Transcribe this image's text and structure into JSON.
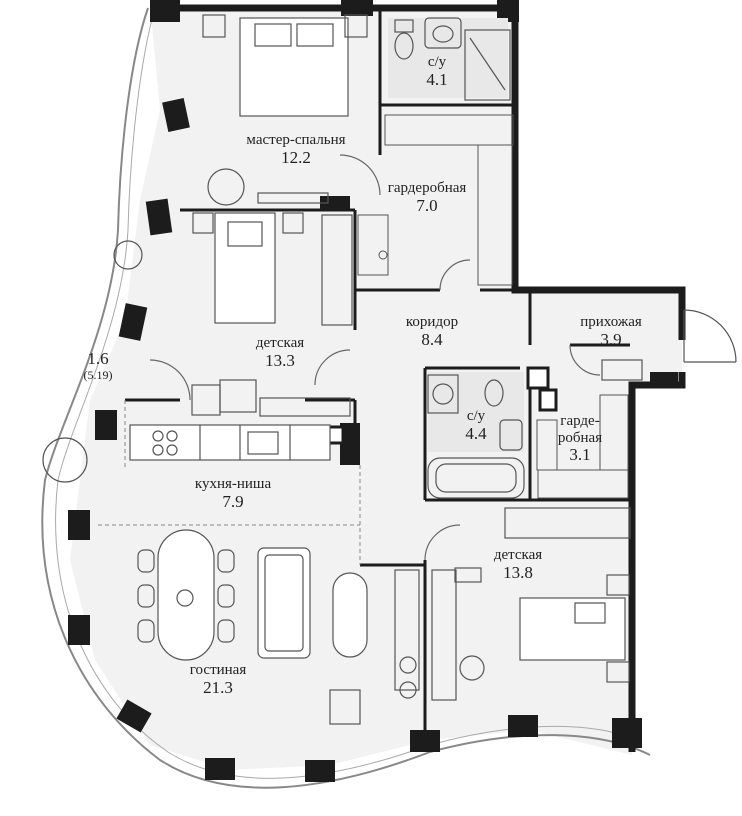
{
  "rooms": {
    "master_bedroom": {
      "name": "мастер-спальня",
      "area": "12.2"
    },
    "bathroom_1": {
      "name": "с/у",
      "area": "4.1"
    },
    "dressing_room": {
      "name": "гардеробная",
      "area": "7.0"
    },
    "kids_room_1": {
      "name": "детская",
      "area": "13.3"
    },
    "balcony": {
      "area": "1.6",
      "area_full": "(5.19)"
    },
    "corridor": {
      "name": "коридор",
      "area": "8.4"
    },
    "hallway": {
      "name": "прихожая",
      "area": "3.9"
    },
    "bathroom_2": {
      "name": "с/у",
      "area": "4.4"
    },
    "wardrobe": {
      "name_line1": "гарде-",
      "name_line2": "робная",
      "area": "3.1"
    },
    "kitchen": {
      "name": "кухня-ниша",
      "area": "7.9"
    },
    "kids_room_2": {
      "name": "детская",
      "area": "13.8"
    },
    "living_room": {
      "name": "гостиная",
      "area": "21.3"
    }
  },
  "colors": {
    "wall": "#1c1c1c",
    "floor": "#f2f2f2",
    "fixture": "#555555",
    "bg": "#ffffff"
  }
}
